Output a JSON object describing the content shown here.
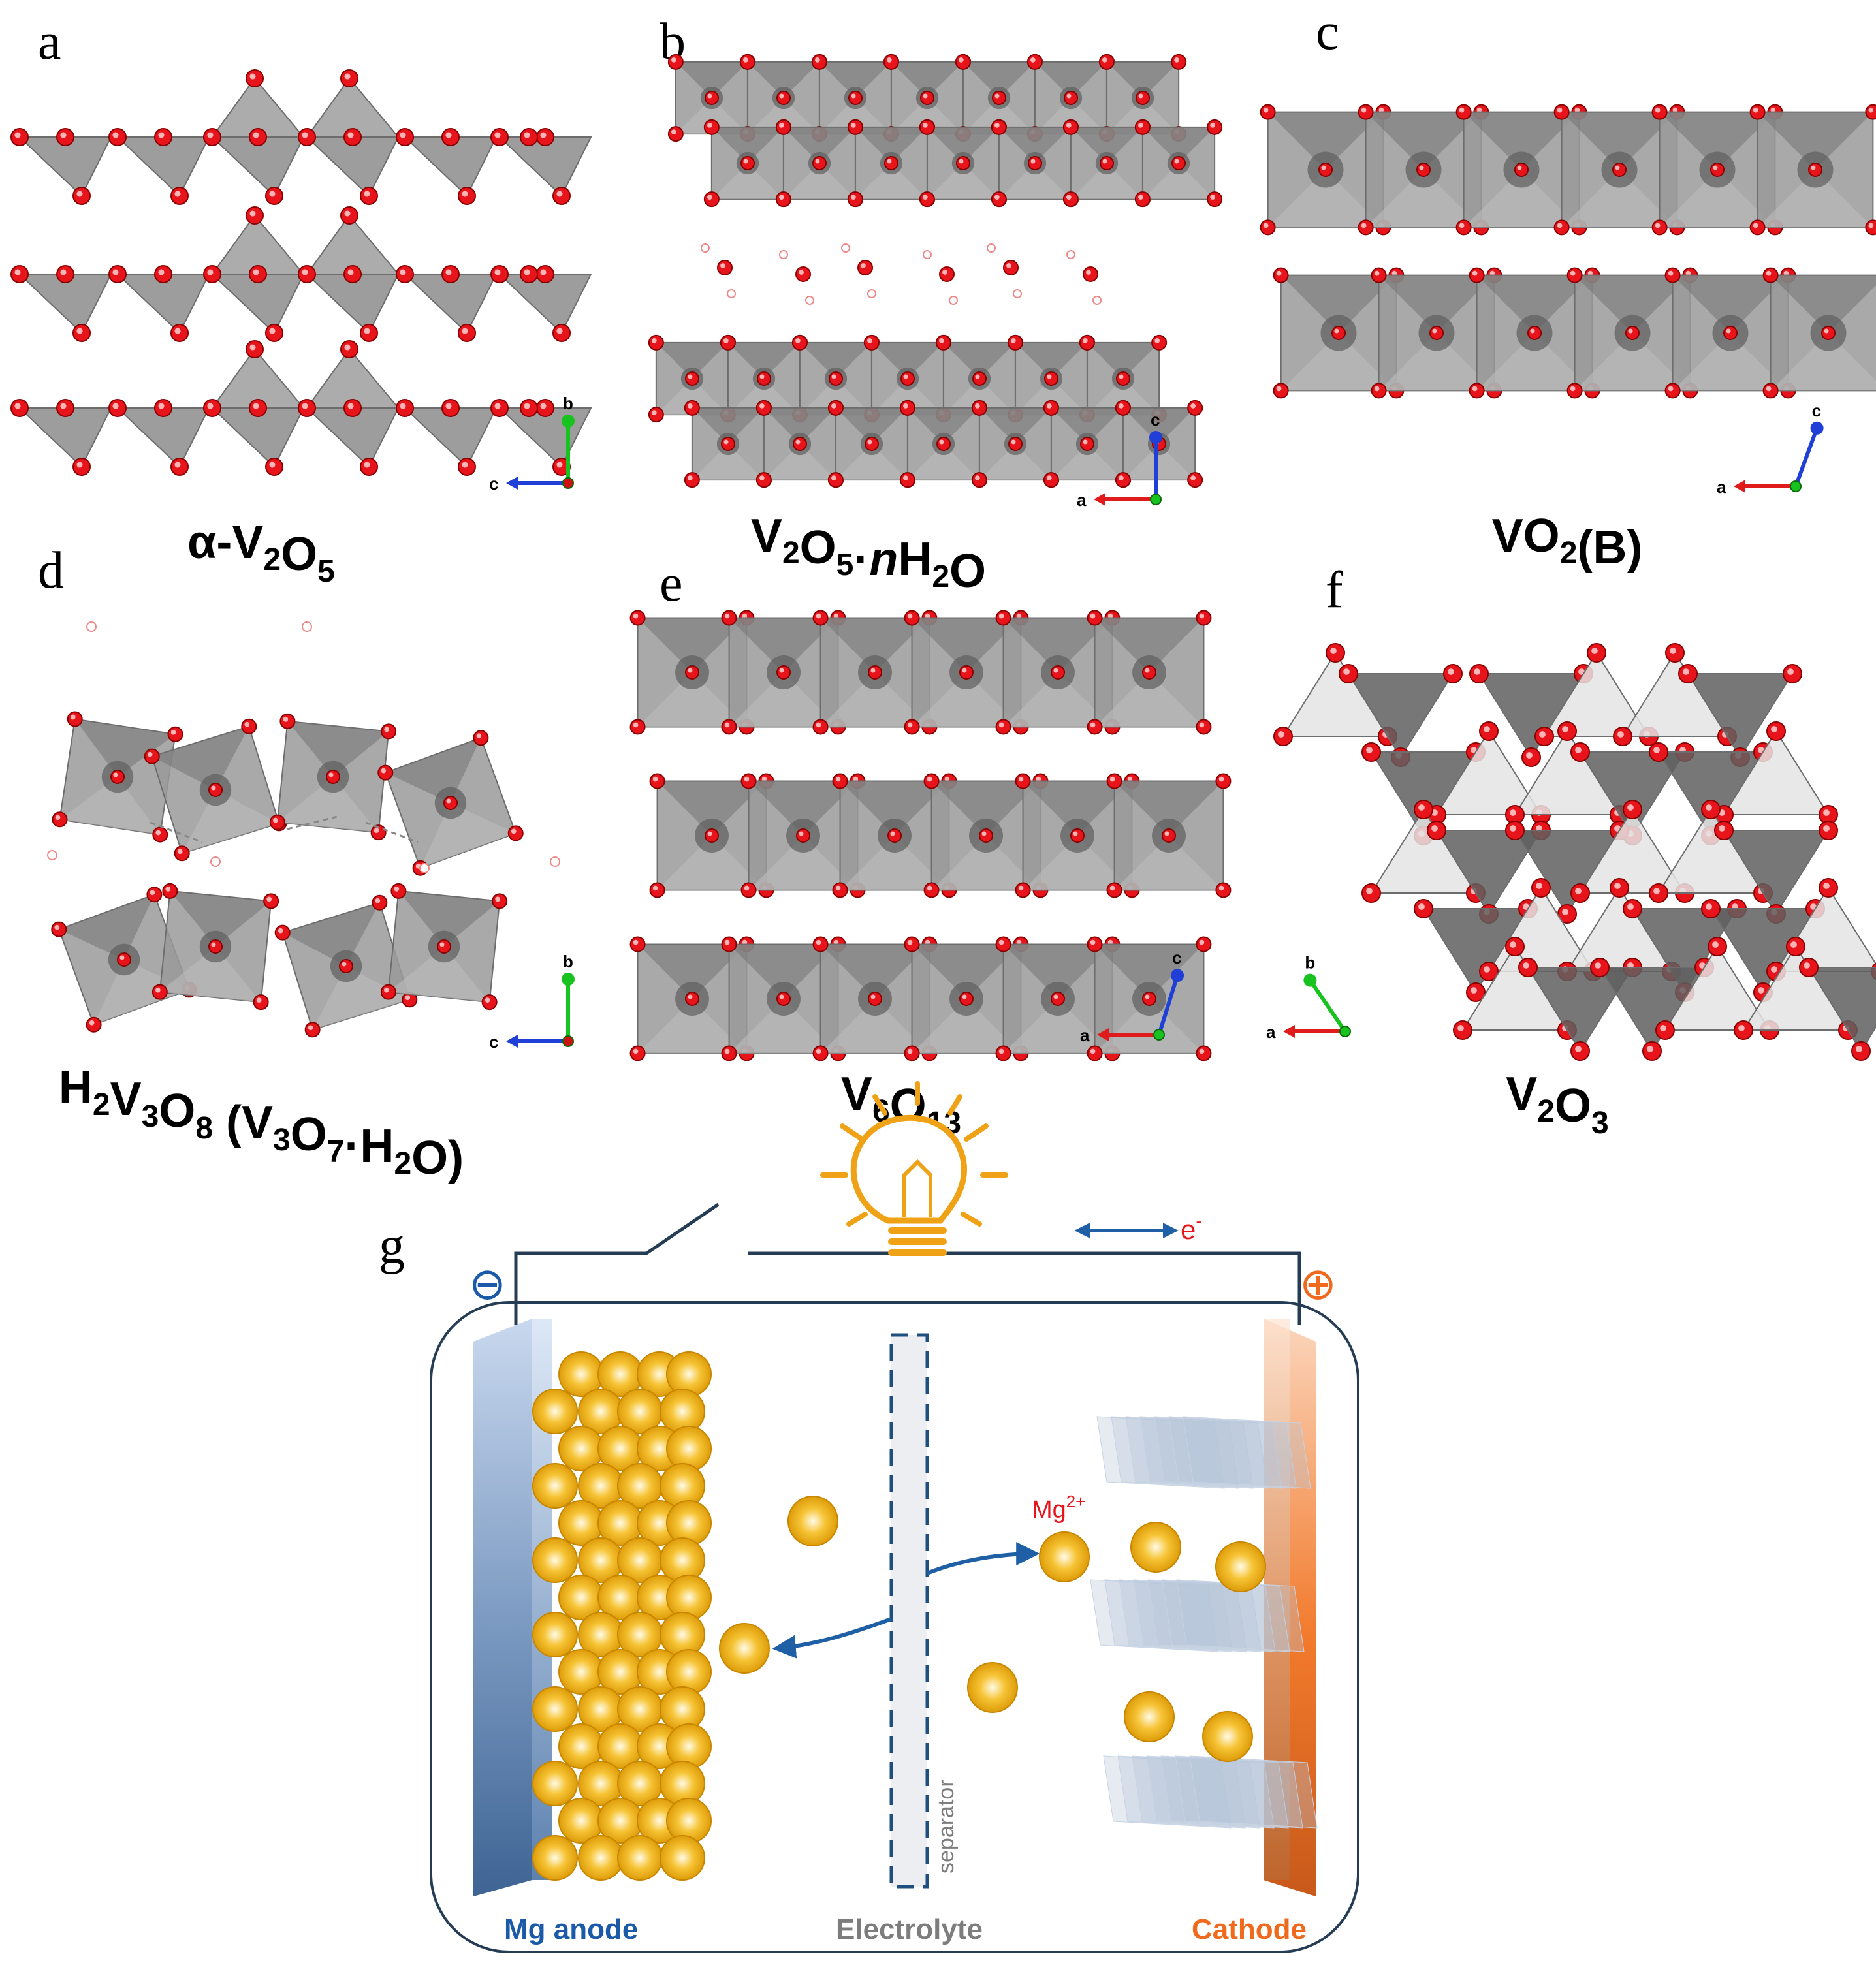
{
  "panels": [
    {
      "label": "a",
      "caption": {
        "parts": [
          "α-V",
          "2",
          "O",
          "5"
        ]
      },
      "axes": {
        "h": "c",
        "v": "b"
      }
    },
    {
      "label": "b",
      "caption": {
        "parts": [
          "V",
          "2",
          "O",
          "5",
          "·",
          "n",
          "H",
          "2",
          "O"
        ]
      },
      "axes": {
        "h": "a",
        "v": "c"
      }
    },
    {
      "label": "c",
      "caption": {
        "parts": [
          "VO",
          "2",
          "(B)"
        ]
      },
      "axes": {
        "h": "a",
        "v": "c"
      }
    },
    {
      "label": "d",
      "caption": {
        "parts": [
          "H",
          "2",
          "V",
          "3",
          "O",
          "8",
          " (V",
          "3",
          "O",
          "7",
          "·H",
          "2",
          "O)"
        ]
      },
      "axes": {
        "h": "c",
        "v": "b"
      }
    },
    {
      "label": "e",
      "caption": {
        "parts": [
          "V",
          "6",
          "O",
          "13"
        ]
      },
      "axes": {
        "h": "a",
        "v": "c"
      }
    },
    {
      "label": "f",
      "caption": {
        "parts": [
          "V",
          "2",
          "O",
          "3"
        ]
      },
      "axes": {
        "h": "a",
        "v": "b"
      }
    }
  ],
  "battery": {
    "label": "g",
    "electron": {
      "base": "e",
      "sup": "-"
    },
    "ion": {
      "base": "Mg",
      "sup": "2+"
    },
    "separator": "separator",
    "anode": "Mg anode",
    "electrolyte": "Electrolyte",
    "cathode": "Cathode",
    "neg_symbol": "⊖",
    "pos_symbol": "⊕"
  },
  "colors": {
    "oxygen": "#e8141b",
    "polyhedron": "#8f8f8f",
    "anode_text": "#1a5aa8",
    "cathode_text": "#f06a1e",
    "electrolyte_text": "#7d7d7d",
    "ion_text": "#e8141b",
    "bulb": "#f0a216",
    "ball": "#f2b21c"
  }
}
